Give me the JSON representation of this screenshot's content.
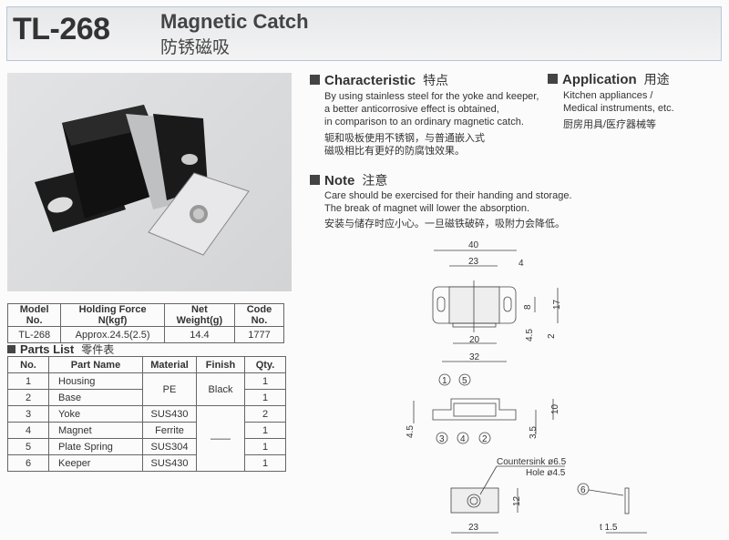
{
  "header": {
    "model": "TL-268",
    "title_en": "Magnetic Catch",
    "title_cn": "防锈磁吸"
  },
  "characteristic": {
    "title": "Characteristic",
    "title_cn": "特点",
    "lines": [
      "By using stainless steel for the yoke and keeper,",
      "a better anticorrosive effect is obtained,",
      "in comparison to an ordinary magnetic catch."
    ],
    "lines_cn": [
      "轭和吸板使用不锈钢，与普通嵌入式",
      "磁吸相比有更好的防腐蚀效果。"
    ]
  },
  "application": {
    "title": "Application",
    "title_cn": "用途",
    "lines": [
      "Kitchen appliances /",
      "Medical instruments, etc."
    ],
    "line_cn": "厨房用具/医疗器械等"
  },
  "note": {
    "title": "Note",
    "title_cn": "注意",
    "lines": [
      "Care should be exercised for their handing and storage.",
      "The break of magnet will lower the absorption."
    ],
    "line_cn": "安装与储存时应小心。一旦磁铁破碎，吸附力会降低。"
  },
  "spec_table": {
    "headers": [
      "Model No.",
      "Holding Force N(kgf)",
      "Net Weight(g)",
      "Code No."
    ],
    "row": [
      "TL-268",
      "Approx.24.5(2.5)",
      "14.4",
      "1777"
    ]
  },
  "parts_list": {
    "title": "Parts List",
    "title_cn": "零件表",
    "headers": [
      "No.",
      "Part Name",
      "Material",
      "Finish",
      "Qty."
    ],
    "rows": [
      {
        "no": "1",
        "name": "Housing",
        "qty": "1"
      },
      {
        "no": "2",
        "name": "Base",
        "qty": "1"
      },
      {
        "no": "3",
        "name": "Yoke",
        "material": "SUS430",
        "qty": "2"
      },
      {
        "no": "4",
        "name": "Magnet",
        "material": "Ferrite",
        "qty": "1"
      },
      {
        "no": "5",
        "name": "Plate Spring",
        "material": "SUS304",
        "qty": "1"
      },
      {
        "no": "6",
        "name": "Keeper",
        "material": "SUS430",
        "qty": "1"
      }
    ],
    "pe_material": "PE",
    "black_finish": "Black",
    "dash_finish": "——"
  },
  "drawing": {
    "top": {
      "d40": "40",
      "d23": "23",
      "d4": "4",
      "d8": "8",
      "d17": "17",
      "d45": "4.5",
      "d2": "2",
      "d20": "20",
      "d32": "32"
    },
    "side": {
      "d10": "10",
      "d35": "3.5",
      "d45": "4.5",
      "c1": "1",
      "c2": "2",
      "c3": "3",
      "c4": "4",
      "c5": "5"
    },
    "keeper": {
      "countersink": "Countersink ø6.5",
      "hole": "Hole ø4.5",
      "d12": "12",
      "d23": "23",
      "c6": "6",
      "t": "t 1.5"
    }
  }
}
